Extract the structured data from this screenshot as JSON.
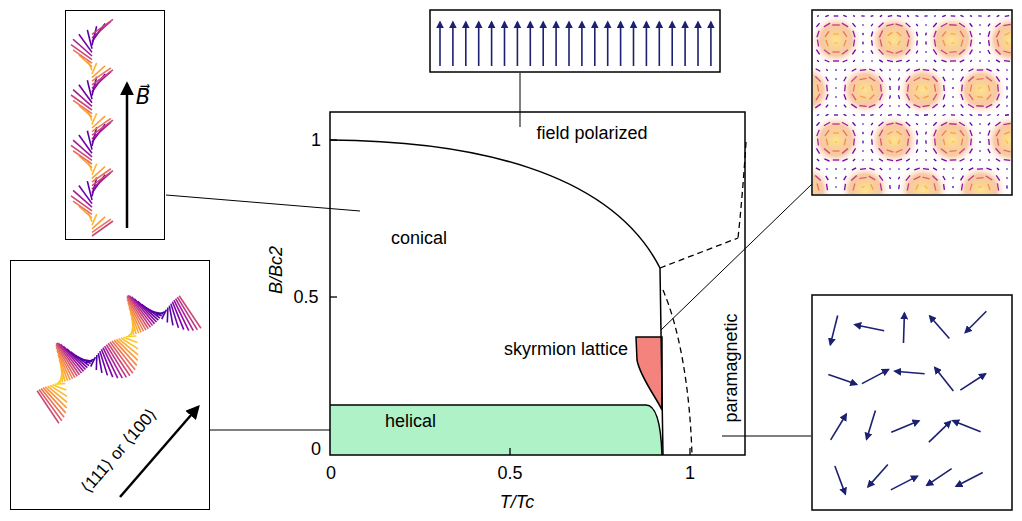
{
  "diagram": {
    "nodes": [
      {
        "text": [
          "B⃗"
        ]
      },
      {
        "text": [
          "⟨111⟩ or ⟨100⟩"
        ]
      },
      {
        "text": [
          "helical"
        ]
      },
      {
        "text": [
          "skyrmion lattice"
        ]
      }
    ],
    "edges": [
      {
        "from": 1,
        "to": 2,
        "arrow": "none"
      }
    ],
    "labels": [
      "field polarized",
      "conical",
      "paramagnetic",
      "0",
      "0.5",
      "1",
      "0",
      "0.5",
      "1",
      "B/Bc2",
      "T/Tc"
    ]
  }
}
